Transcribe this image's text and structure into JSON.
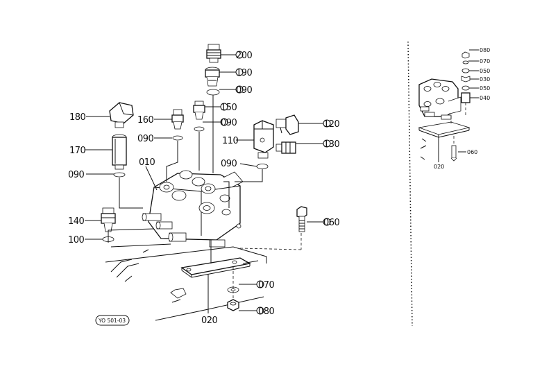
{
  "diagram": {
    "ref_code": "YO 501-03",
    "callouts": {
      "c200": "200",
      "c190": "190",
      "c090a": "090",
      "c150": "150",
      "c180": "180",
      "c160": "160",
      "c090b": "090",
      "c090c": "090",
      "c120": "120",
      "c110": "110",
      "c130": "130",
      "c170": "170",
      "c010": "010",
      "c090d": "090",
      "c090e": "090",
      "c140": "140",
      "c100": "100",
      "c060": "060",
      "c070": "070",
      "c080": "080",
      "c020": "020"
    },
    "inset_callouts": {
      "i080": "080",
      "i070": "070",
      "i050a": "050",
      "i030": "030",
      "i050b": "050",
      "i040": "040",
      "i060": "060",
      "i020": "020"
    }
  }
}
